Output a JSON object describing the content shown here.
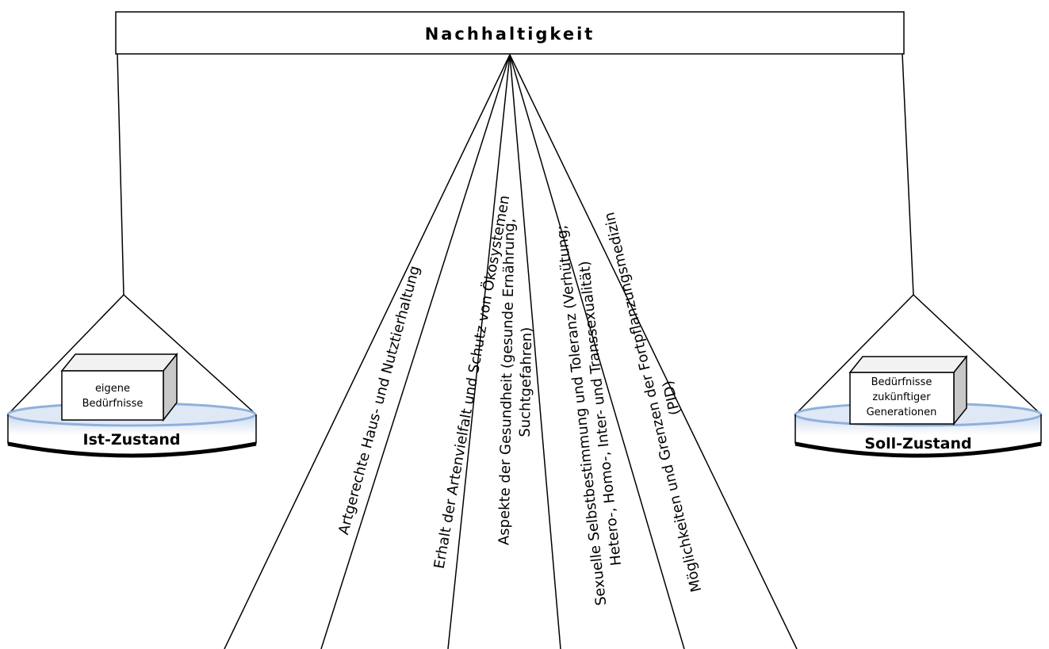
{
  "title": "Nachhaltigkeit",
  "left_pan": {
    "label": "Ist-Zustand",
    "box_lines": [
      "eigene",
      "Bedürfnisse"
    ]
  },
  "right_pan": {
    "label": "Soll-Zustand",
    "box_lines": [
      "Bedürfnisse",
      "zukünftiger",
      "Generationen"
    ]
  },
  "aspects": [
    {
      "lines": [
        "Artgerechte Haus- und Nutztierhaltung"
      ]
    },
    {
      "lines": [
        "Erhalt der Artenvielfalt und Schutz von Ökosystemen"
      ]
    },
    {
      "lines": [
        "Aspekte der Gesundheit (gesunde Ernährung,",
        "Suchtgefahren)"
      ]
    },
    {
      "lines": [
        "Sexuelle Selbstbestimmung und Toleranz (Verhütung;",
        "Hetero-, Homo-, Inter- und Transsexualität)"
      ]
    },
    {
      "lines": [
        "Möglichkeiten und Grenzen der Fortpflanzungsmedizin",
        "(PID)"
      ]
    }
  ]
}
